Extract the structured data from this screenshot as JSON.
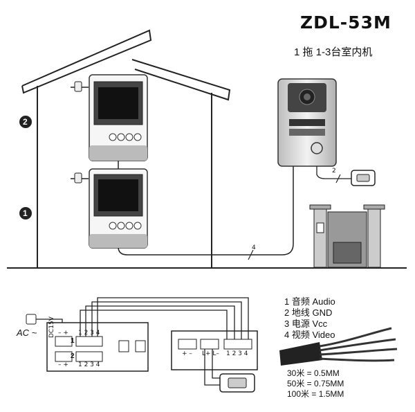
{
  "header": {
    "title": "ZDL-53M",
    "subtitle": "1 拖 1-3台室内机"
  },
  "floors": {
    "upper": "2",
    "lower": "1"
  },
  "cable_labels": {
    "outdoor_to_lock": "2",
    "main_to_building": "4"
  },
  "wiring": {
    "ac_label": "AC ~",
    "power_label": "DC15V",
    "port_minus_plus": "– +",
    "port_plus_minus": "+ –",
    "port_nums": "1 2 3 4",
    "ch1": "1",
    "ch2": "2",
    "lock_terminal": "L+ L–"
  },
  "legend": [
    "1  音频 Audio",
    "2  地线 GND",
    "3  电源 Vcc",
    "4  视频 Video"
  ],
  "gauge": [
    "30米  =  0.5MM",
    "50米  =  0.75MM",
    "100米  =  1.5MM"
  ]
}
